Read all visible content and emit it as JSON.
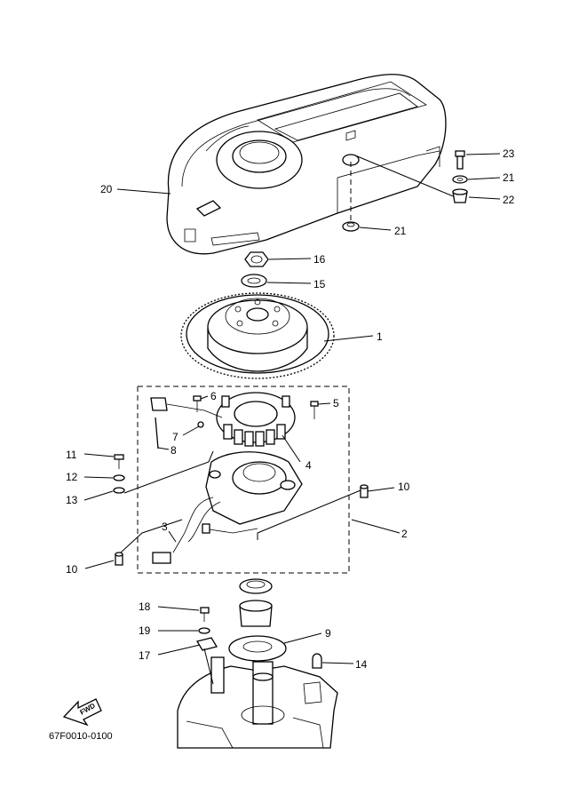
{
  "drawing_code": "67F0010-0100",
  "fwd_marker": "FWD",
  "callouts": {
    "c1": "1",
    "c2": "2",
    "c3": "3",
    "c4": "4",
    "c5": "5",
    "c6": "6",
    "c7": "7",
    "c8": "8",
    "c9": "9",
    "c10a": "10",
    "c10b": "10",
    "c11": "11",
    "c12": "12",
    "c13": "13",
    "c14": "14",
    "c15": "15",
    "c16": "16",
    "c17": "17",
    "c18": "18",
    "c19": "19",
    "c20": "20",
    "c21a": "21",
    "c21b": "21",
    "c22": "22",
    "c23": "23"
  }
}
